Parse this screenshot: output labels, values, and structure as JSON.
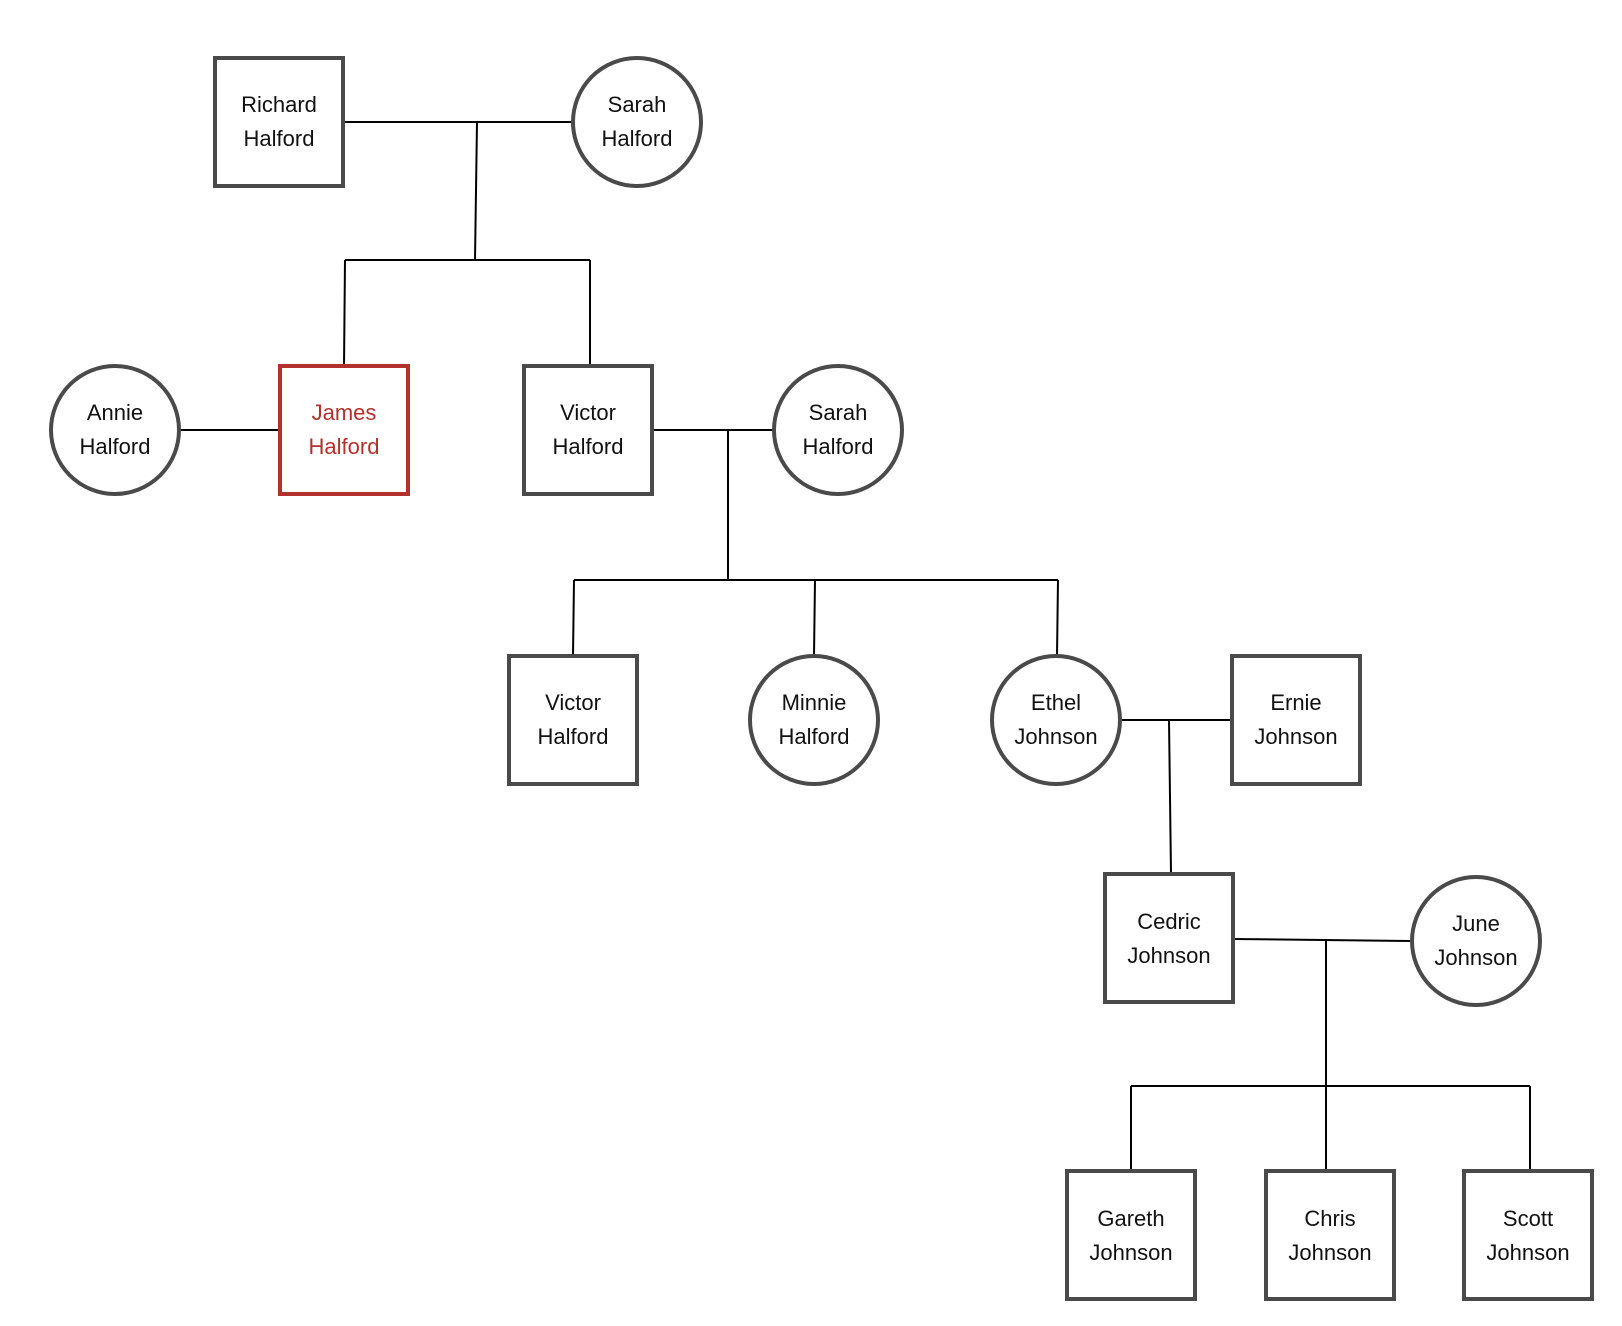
{
  "diagram": {
    "people": [
      {
        "id": "richard",
        "first": "Richard",
        "last": "Halford",
        "shape": "square"
      },
      {
        "id": "sarah1",
        "first": "Sarah",
        "last": "Halford",
        "shape": "circle"
      },
      {
        "id": "annie",
        "first": "Annie",
        "last": "Halford",
        "shape": "circle"
      },
      {
        "id": "james",
        "first": "James",
        "last": "Halford",
        "shape": "square",
        "highlight": true
      },
      {
        "id": "victor1",
        "first": "Victor",
        "last": "Halford",
        "shape": "square"
      },
      {
        "id": "sarah2",
        "first": "Sarah",
        "last": "Halford",
        "shape": "circle"
      },
      {
        "id": "victor2",
        "first": "Victor",
        "last": "Halford",
        "shape": "square"
      },
      {
        "id": "minnie",
        "first": "Minnie",
        "last": "Halford",
        "shape": "circle"
      },
      {
        "id": "ethel",
        "first": "Ethel",
        "last": "Johnson",
        "shape": "circle"
      },
      {
        "id": "ernie",
        "first": "Ernie",
        "last": "Johnson",
        "shape": "square"
      },
      {
        "id": "cedric",
        "first": "Cedric",
        "last": "Johnson",
        "shape": "square"
      },
      {
        "id": "june",
        "first": "June",
        "last": "Johnson",
        "shape": "circle"
      },
      {
        "id": "gareth",
        "first": "Gareth",
        "last": "Johnson",
        "shape": "square"
      },
      {
        "id": "chris",
        "first": "Chris",
        "last": "Johnson",
        "shape": "square"
      },
      {
        "id": "scott",
        "first": "Scott",
        "last": "Johnson",
        "shape": "square"
      }
    ],
    "colors": {
      "highlight": "#b3312c",
      "outline": "#4a4a4a",
      "line": "#000000"
    }
  }
}
